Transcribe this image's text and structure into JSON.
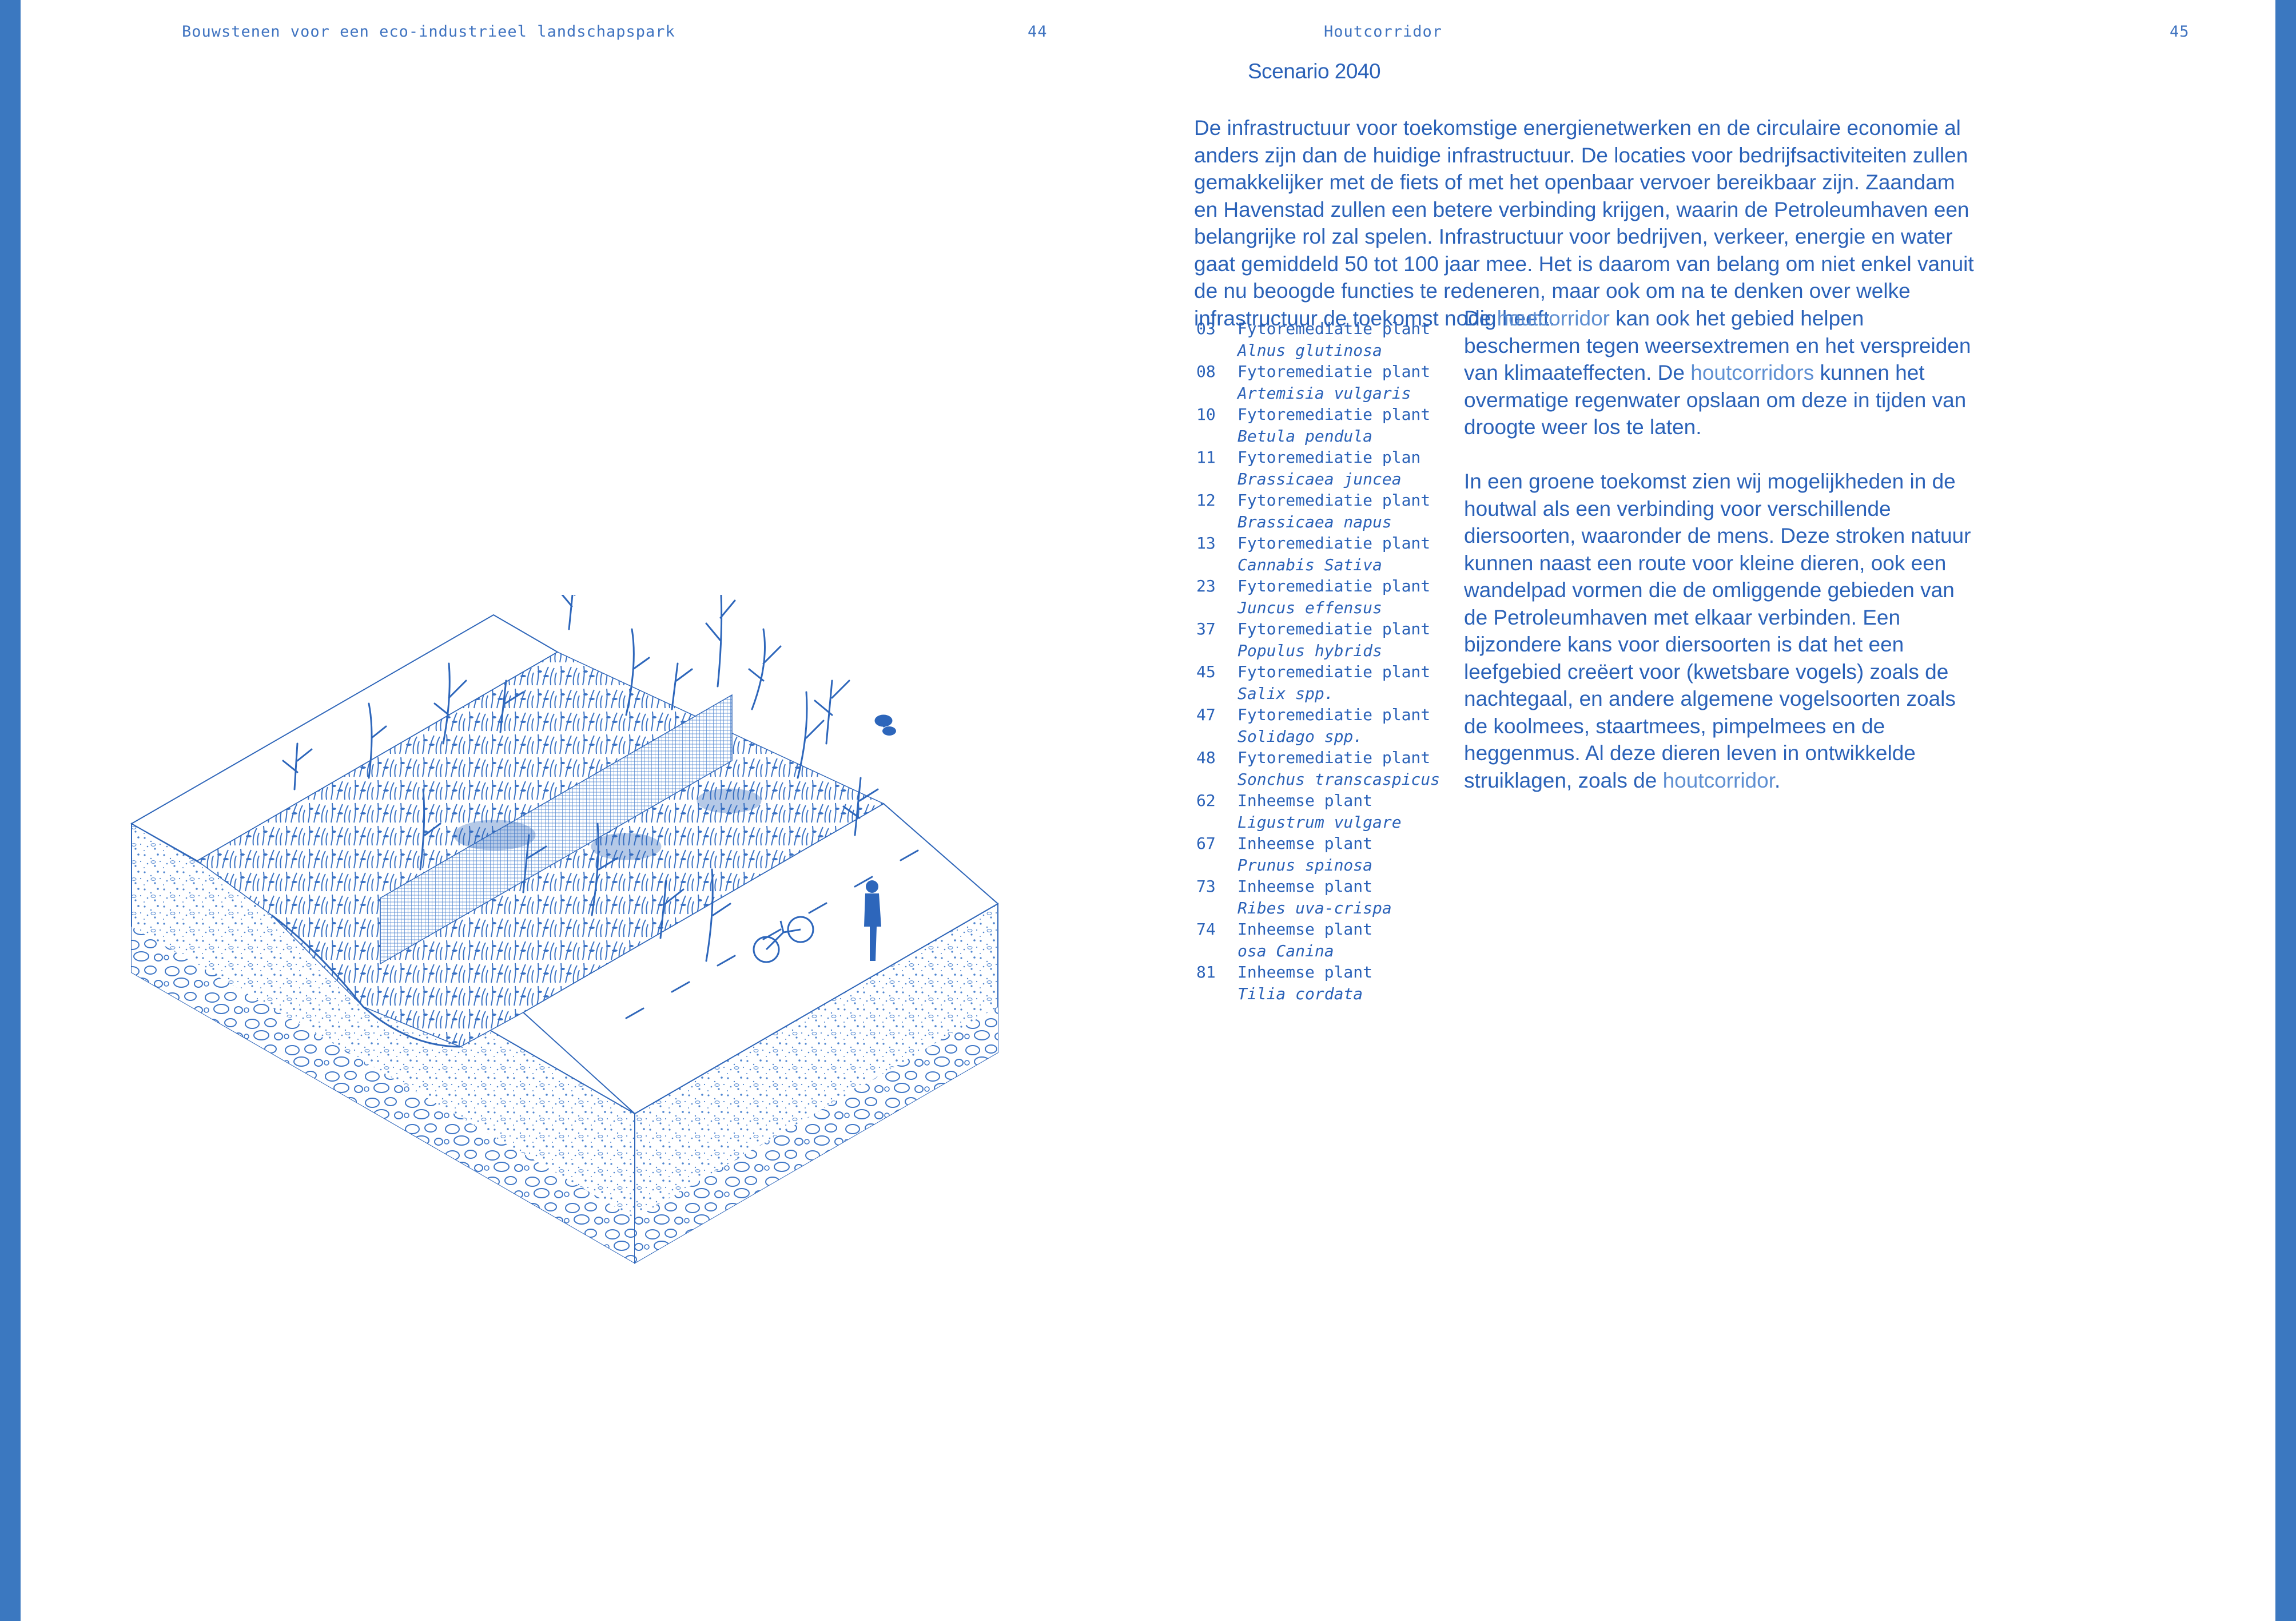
{
  "header": {
    "left_title": "Bouwstenen voor een eco-industrieel landschapspark",
    "left_page": "44",
    "right_title": "Houtcorridor",
    "right_page": "45"
  },
  "section_title": "Scenario 2040",
  "intro_paragraph": "De infrastructuur voor toekomstige energienetwerken en de circulaire economie al anders zijn dan de huidige infrastructuur. De locaties voor bedrijfsactiviteiten zullen gemakkelijker met de fiets of met het openbaar vervoer bereikbaar zijn. Zaandam en Havenstad zullen een betere verbinding krijgen, waarin de Petroleumhaven een belangrijke rol zal spelen. Infrastructuur voor bedrijven, verkeer, energie en water gaat gemiddeld 50 tot 100 jaar mee. Het is daarom van belang om niet enkel vanuit de nu beoogde functies te redeneren, maar ook om na te denken over welke infrastructuur de toekomst nodig heeft.",
  "paragraph_2": {
    "part1": "De ",
    "term1": "houtcorridor",
    "part2": " kan ook het gebied helpen beschermen tegen weersextremen en het verspreiden van klimaateffecten. De ",
    "term2": "houtcorridors",
    "part3": " kunnen het overmatige regenwater opslaan om deze in tijden van droogte weer los te laten."
  },
  "paragraph_3": {
    "part1": "In een groene toekomst zien wij mogelijkheden in de houtwal als een verbinding voor verschillende diersoorten, waaronder de mens. Deze stroken natuur kunnen naast een route voor kleine dieren, ook een wandelpad vormen die de omliggende gebieden van de Petroleumhaven met elkaar verbinden. Een bijzondere kans voor diersoorten is dat het een leefgebied creëert voor (kwetsbare vogels) zoals de nachtegaal, en andere algemene vogelsoorten zoals de koolmees, staartmees, pimpelmees en de heggenmus. Al deze dieren leven in ontwikkelde struiklagen, zoals de ",
    "term": "houtcorridor",
    "part2": "."
  },
  "legend": [
    {
      "num": "03",
      "kind": "Fytoremediatie plant",
      "latin": "Alnus glutinosa"
    },
    {
      "num": "08",
      "kind": "Fytoremediatie plant",
      "latin": "Artemisia vulgaris"
    },
    {
      "num": "10",
      "kind": "Fytoremediatie plant",
      "latin": "Betula pendula"
    },
    {
      "num": "11",
      "kind": "Fytoremediatie plan",
      "latin": "Brassicaea juncea"
    },
    {
      "num": "12",
      "kind": "Fytoremediatie plant",
      "latin": "Brassicaea napus"
    },
    {
      "num": "13",
      "kind": "Fytoremediatie plant",
      "latin": "Cannabis Sativa"
    },
    {
      "num": "23",
      "kind": "Fytoremediatie plant",
      "latin": "Juncus effensus"
    },
    {
      "num": "37",
      "kind": "Fytoremediatie plant",
      "latin": "Populus hybrids"
    },
    {
      "num": "45",
      "kind": "Fytoremediatie plant",
      "latin": "Salix spp."
    },
    {
      "num": "47",
      "kind": "Fytoremediatie plant",
      "latin": "Solidago spp."
    },
    {
      "num": "48",
      "kind": "Fytoremediatie plant",
      "latin": "Sonchus transcaspicus"
    },
    {
      "num": "62",
      "kind": "Inheemse plant",
      "latin": "Ligustrum vulgare"
    },
    {
      "num": "67",
      "kind": "Inheemse plant",
      "latin": "Prunus spinosa"
    },
    {
      "num": "73",
      "kind": "Inheemse plant",
      "latin": "Ribes uva-crispa"
    },
    {
      "num": "74",
      "kind": "Inheemse plant",
      "latin": "osa Canina"
    },
    {
      "num": "81",
      "kind": "Inheemse plant",
      "latin": "Tilia cordata"
    }
  ],
  "colors": {
    "ink": "#2b62b8",
    "highlight": "#5e8fd2",
    "edge": "#3b78c0",
    "paper": "#ffffff"
  }
}
